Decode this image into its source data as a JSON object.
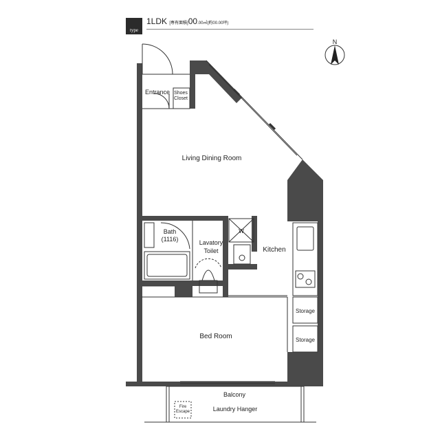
{
  "header": {
    "type_badge": "type",
    "layout": "1LDK",
    "area_label": "[専有面積]",
    "area_value": "00",
    "area_unit": ".00㎡",
    "tsubo": "(約00.00坪)"
  },
  "compass": {
    "label": "N"
  },
  "rooms": {
    "entrance": "Entrance",
    "shoes_closet_1": "Shoes",
    "shoes_closet_2": "Closet",
    "living": "Living Dining Room",
    "bath_1": "Bath",
    "bath_2": "(1116)",
    "lavatory_1": "Lavatory",
    "lavatory_2": "Toilet",
    "washer": "W",
    "kitchen": "Kitchen",
    "storage_1": "Storage",
    "storage_2": "Storage",
    "bedroom": "Bed Room",
    "balcony": "Balcony",
    "fire_escape_1": "Fire",
    "fire_escape_2": "Escape",
    "laundry": "Laundry Hanger"
  },
  "colors": {
    "wall": "#4a4a4a",
    "line": "#333333"
  }
}
